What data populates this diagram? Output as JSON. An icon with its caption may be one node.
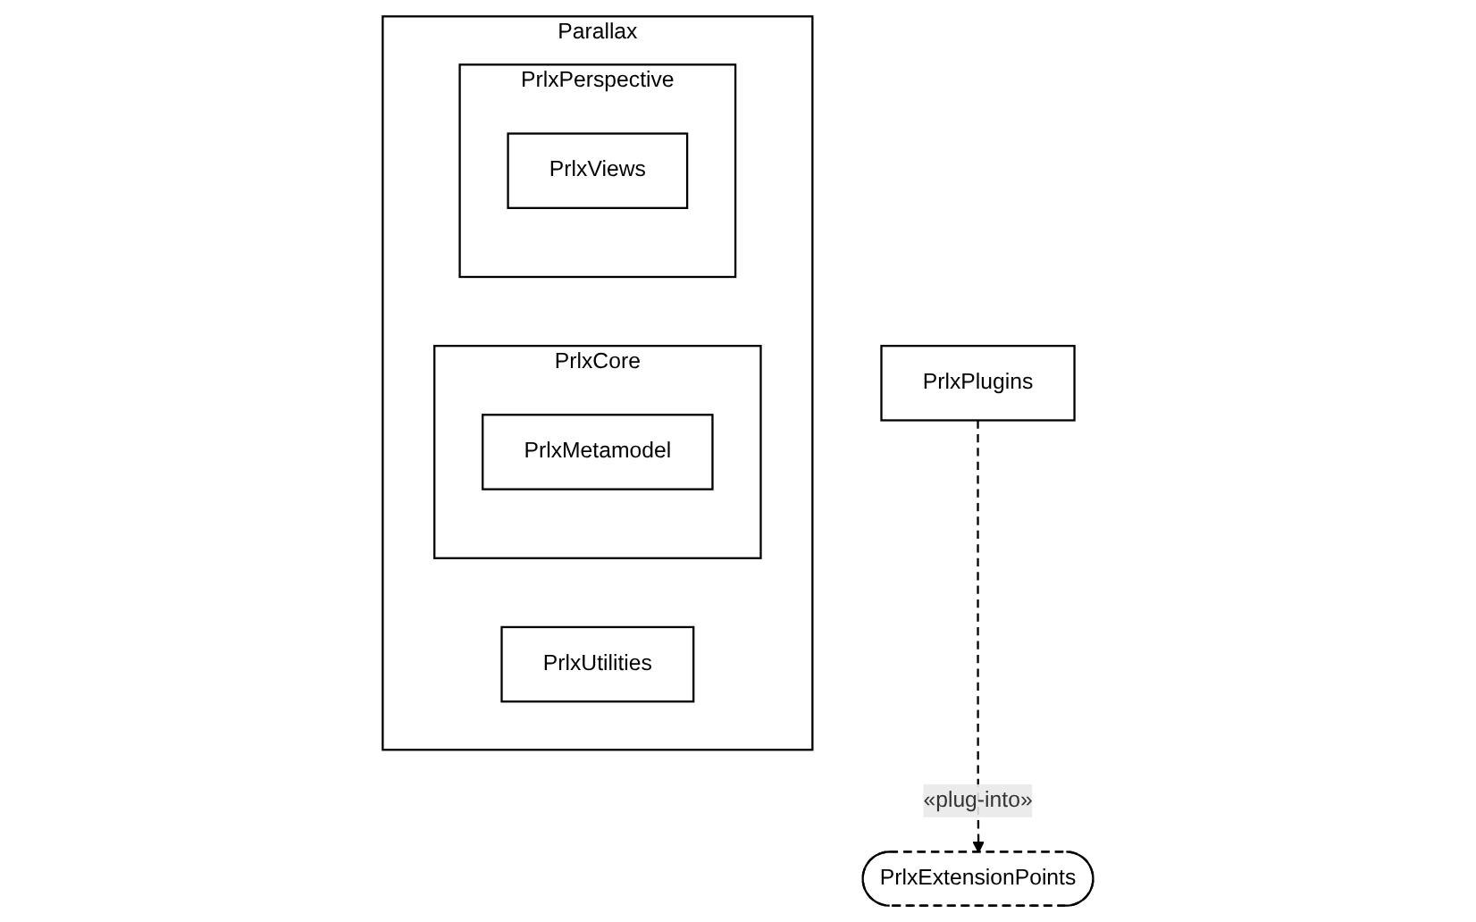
{
  "diagram": {
    "nodes": [
      {
        "text": [
          "Parallax"
        ]
      },
      {
        "text": [
          "PrlxCore"
        ],
        "in": 0
      },
      {
        "text": [
          "PrlxMetamodel"
        ],
        "in": 1
      },
      {
        "text": [
          "PrlxPerspective"
        ],
        "in": 0
      },
      {
        "text": [
          "PrlxViews"
        ],
        "in": 3
      },
      {
        "text": [
          "PrlxUtilities"
        ],
        "in": 0
      },
      {
        "text": [
          "PrlxExtensionPoints"
        ]
      },
      {
        "text": [
          "PrlxPlugins"
        ]
      }
    ],
    "edges": [
      {
        "from": 7,
        "to": 6,
        "arrow": "to",
        "label": "«plug-into»",
        "style": "dashed"
      }
    ]
  }
}
